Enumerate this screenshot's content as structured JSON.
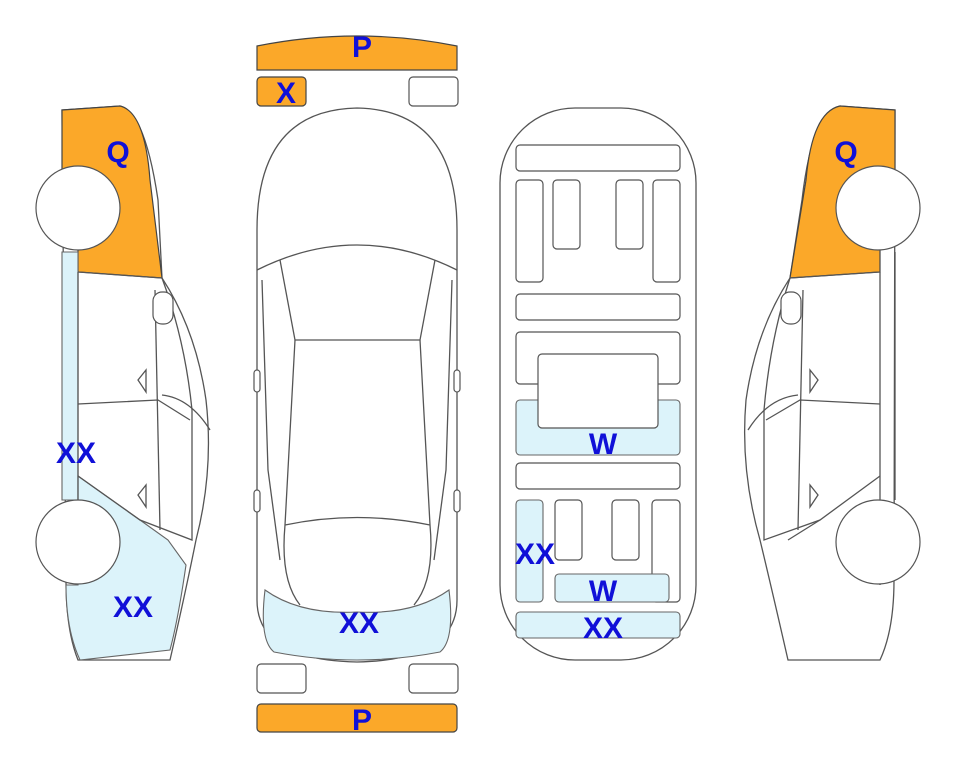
{
  "colors": {
    "damage_orange": "#FBA829",
    "damage_blue": "#DCF3FA",
    "label_text": "#1010D8",
    "line": "#555555"
  },
  "labels": {
    "rear_bumper_code": "P",
    "rear_left_lamp_code": "X",
    "left_rear_quarter_code": "Q",
    "right_rear_quarter_code": "Q",
    "left_rocker_code": "XX",
    "left_front_fender_code": "XX",
    "hood_code": "XX",
    "floor_center_code": "W",
    "floor_front_left_code": "XX",
    "floor_front_center_code": "W",
    "floor_front_crossmember_code": "XX",
    "front_bumper_code": "P"
  }
}
